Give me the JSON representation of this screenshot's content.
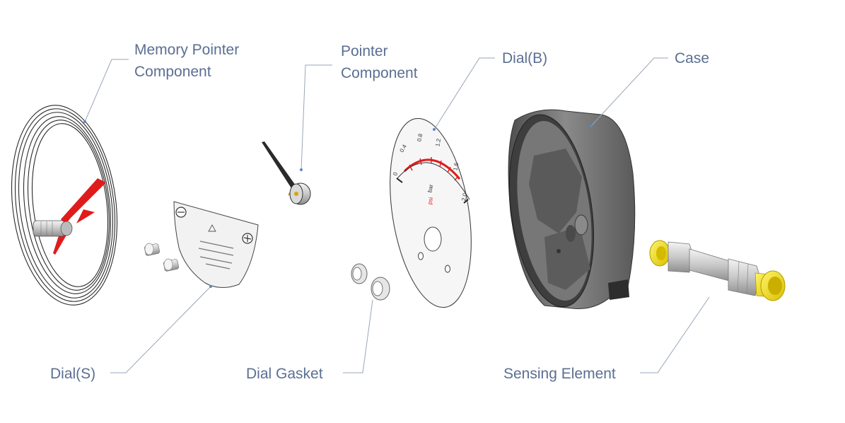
{
  "labels": {
    "memory_pointer": [
      "Memory Pointer",
      "Component"
    ],
    "pointer": [
      "Pointer",
      "Component"
    ],
    "dial_b": "Dial(B)",
    "case": "Case",
    "dial_s": "Dial(S)",
    "dial_gasket": "Dial Gasket",
    "sensing_element": "Sensing Element"
  },
  "dial_b_face": {
    "ticks": [
      "0",
      "0.4",
      "0.8",
      "1.2",
      "1.6",
      "2.0"
    ],
    "unit_bar": "bar",
    "unit_psi": "psi"
  },
  "colors": {
    "label_text": "#5b6f92",
    "leader_line": "#9aa6b8",
    "pointer_red": "#e01b1b",
    "case_gray": "#6d6d6d",
    "fitting_yellow": "#f3e21a"
  }
}
